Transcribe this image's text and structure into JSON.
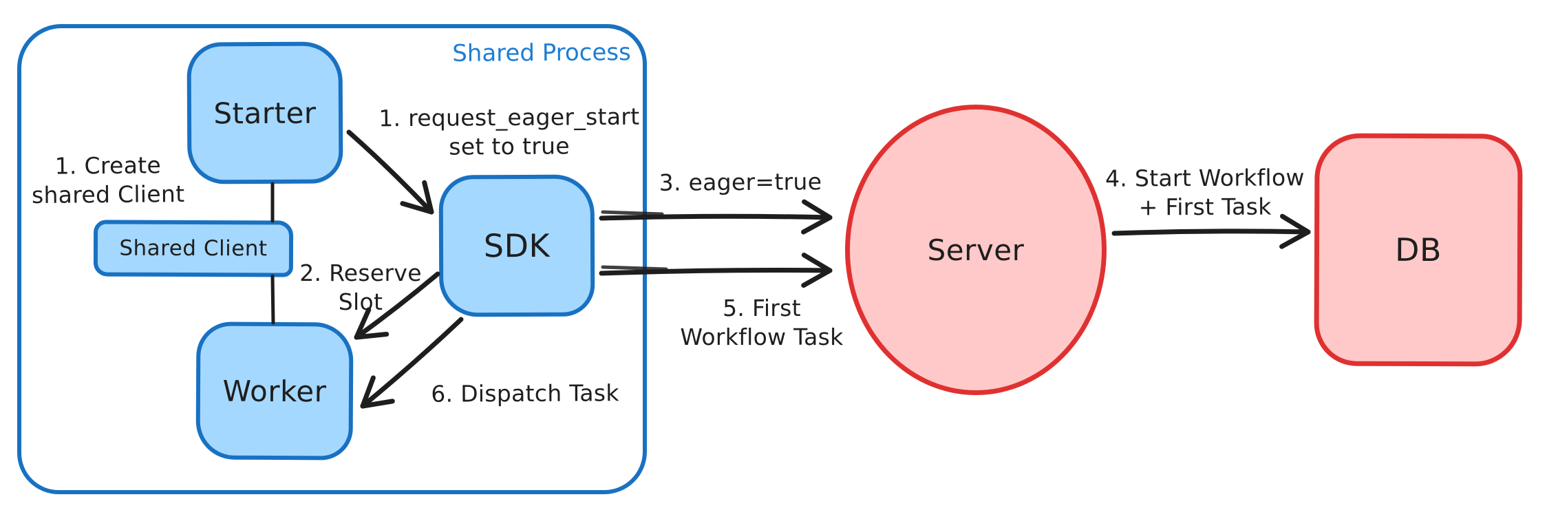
{
  "colors": {
    "canvas_bg": "#ffffff",
    "blue_stroke": "#1971c2",
    "blue_label": "#1c7ed6",
    "blue_fill": "#a5d8ff",
    "red_stroke": "#e03131",
    "red_fill": "#ffc9c9",
    "ink": "#1e1e1e"
  },
  "container": {
    "label": "Shared Process"
  },
  "nodes": {
    "starter": {
      "label": "Starter",
      "shape": "rounded-rect",
      "color": "blue"
    },
    "shared_client": {
      "label": "Shared Client",
      "shape": "rounded-rect",
      "color": "blue"
    },
    "worker": {
      "label": "Worker",
      "shape": "rounded-rect",
      "color": "blue"
    },
    "sdk": {
      "label": "SDK",
      "shape": "rounded-rect",
      "color": "blue"
    },
    "server": {
      "label": "Server",
      "shape": "ellipse",
      "color": "red"
    },
    "db": {
      "label": "DB",
      "shape": "rounded-rect",
      "color": "red"
    }
  },
  "annotations": {
    "create_shared_client": {
      "lines": [
        "1. Create",
        "shared Client"
      ]
    },
    "request_eager_start": {
      "lines": [
        "1. request_eager_start",
        "set to true"
      ]
    },
    "reserve_slot": {
      "lines": [
        "2. Reserve",
        "Slot"
      ]
    },
    "eager_true": {
      "lines": [
        "3. eager=true"
      ]
    },
    "start_workflow": {
      "lines": [
        "4. Start Workflow",
        "+ First Task"
      ]
    },
    "first_workflow_task": {
      "lines": [
        "5. First",
        "Workflow Task"
      ]
    },
    "dispatch_task": {
      "lines": [
        "6. Dispatch Task"
      ]
    }
  },
  "edges": [
    {
      "from": "starter",
      "to": "shared_client",
      "style": "plain-line",
      "label": null
    },
    {
      "from": "shared_client",
      "to": "worker",
      "style": "plain-line",
      "label": null
    },
    {
      "from": "starter",
      "to": "sdk",
      "style": "arrow",
      "label": "request_eager_start"
    },
    {
      "from": "sdk",
      "to": "worker",
      "style": "arrow",
      "label": "reserve_slot"
    },
    {
      "from": "sdk",
      "to": "server",
      "style": "arrow",
      "label": "eager_true"
    },
    {
      "from": "server",
      "to": "db",
      "style": "arrow",
      "label": "start_workflow"
    },
    {
      "from": "sdk",
      "to": "server",
      "style": "arrow",
      "label": "first_workflow_task"
    },
    {
      "from": "sdk",
      "to": "worker",
      "style": "arrow",
      "label": "dispatch_task"
    }
  ]
}
